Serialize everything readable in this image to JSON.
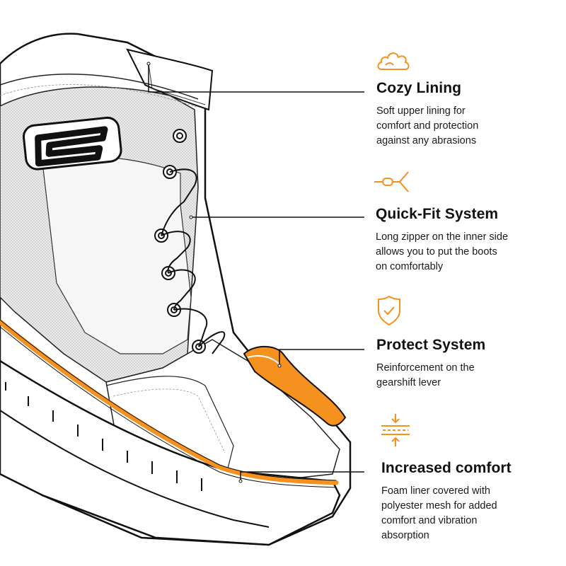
{
  "accent_color": "#f5911e",
  "features": [
    {
      "icon": "cloud-icon",
      "title": "Cozy Lining",
      "description_lines": [
        "Soft upper lining for",
        "comfort and protection",
        "against any abrasions"
      ]
    },
    {
      "icon": "zipper-icon",
      "title": "Quick-Fit System",
      "description_lines": [
        "Long zipper on the inner side",
        "allows you to put the boots",
        "on comfortably"
      ]
    },
    {
      "icon": "shield-check-icon",
      "title": "Protect System",
      "description_lines": [
        "Reinforcement on the",
        "gearshift lever"
      ]
    },
    {
      "icon": "compression-icon",
      "title": "Increased comfort",
      "description_lines": [
        "Foam liner covered with",
        "polyester mesh for added",
        "comfort and vibration",
        "absorption"
      ]
    }
  ]
}
